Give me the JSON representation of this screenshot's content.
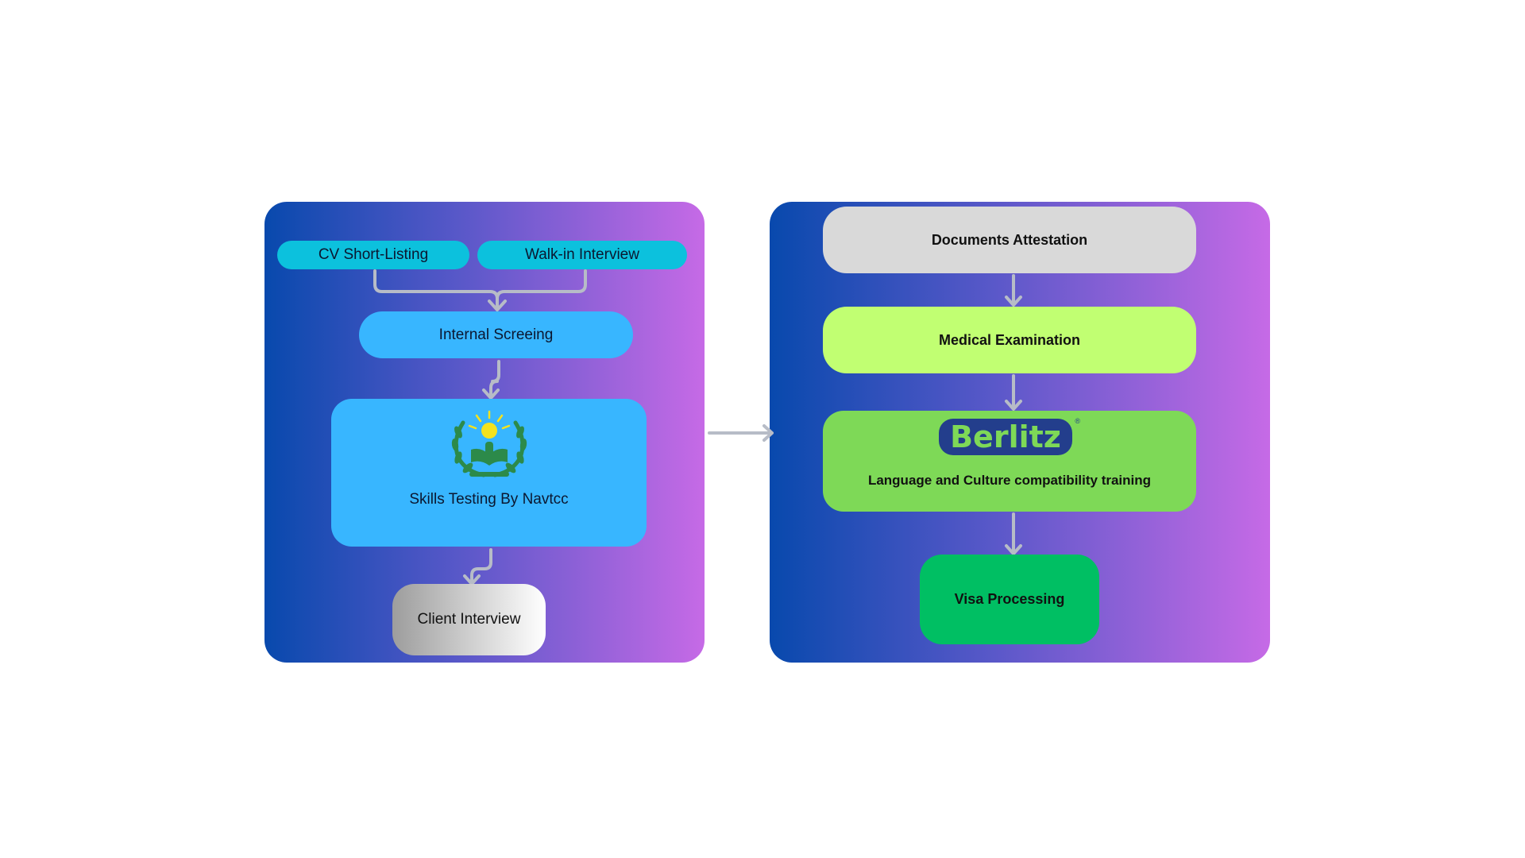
{
  "left_process": {
    "cv_shortlisting": "CV Short-Listing",
    "walkin_interview": "Walk-in Interview",
    "internal_screening": "Internal Screeing",
    "skills_testing": "Skills Testing By Navtcc",
    "client_interview": "Client Interview"
  },
  "right_process": {
    "documents_attestation": "Documents Attestation",
    "medical_examination": "Medical Examination",
    "berlitz_logo": "Berlitz",
    "language_training": "Language and Culture compatibility training",
    "visa_processing": "Visa Processing"
  },
  "colors": {
    "panel_gradient_start": "#0849ad",
    "panel_gradient_end": "#c66ae6",
    "connector": "#b7bcc7",
    "cyan_node": "#0cc1dd",
    "sky_node": "#38b6ff",
    "docs_node": "#d9d9d9",
    "medical_node": "#c1ff72",
    "language_node": "#7ed957",
    "visa_node": "#00bf63",
    "berlitz_badge": "#233e8c"
  }
}
